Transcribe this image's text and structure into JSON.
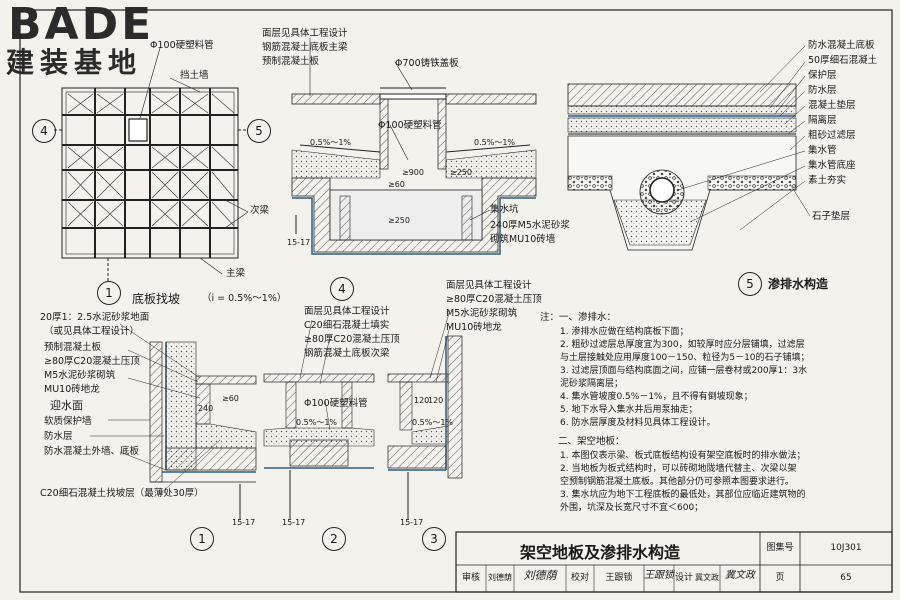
{
  "logo": {
    "en": "BADE",
    "cn": "建装基地"
  },
  "plan": {
    "pipe_label": "Φ100硬塑料管",
    "wall_label": "挡土墙",
    "secondary_beam": "次梁",
    "main_beam": "主梁",
    "caption": "底板找坡",
    "slope": "（i = 0.5%～1%）",
    "axis_left": "4",
    "axis_right": "5",
    "axis_bottom": "1"
  },
  "d4": {
    "labels": [
      "面层见具体工程设计",
      "钢筋混凝土底板主梁",
      "预制混凝土板"
    ],
    "cover": "Φ700铸铁盖板",
    "pipe": "Φ100硬塑料管",
    "slope_left": "0.5%～1%",
    "slope_right": "0.5%～1%",
    "dim1": "≥900",
    "dim2": "≥250",
    "dim3": "≥60",
    "dim4": "≥250",
    "pit": "集水坑",
    "wall1": "240厚M5水泥砂浆",
    "wall2": "砌筑MU10砖墙",
    "ref": "15-17",
    "num": "4"
  },
  "d5": {
    "layers": [
      "防水混凝土底板",
      "50厚细石混凝土",
      "保护层",
      "防水层",
      "混凝土垫层",
      "隔离层",
      "粗砂过滤层",
      "集水管",
      "集水管底座",
      "素土夯实"
    ],
    "gravel": "石子垫层",
    "num": "5",
    "caption": "渗排水构造"
  },
  "d1": {
    "labels": [
      "20厚1：2.5水泥砂浆地面",
      "（或见具体工程设计）",
      "预制混凝土板",
      "≥80厚C20混凝土压顶",
      "M5水泥砂浆砌筑",
      "MU10砖地龙",
      "迎水面",
      "软质保护墙",
      "防水层",
      "防水混凝土外墙、底板"
    ],
    "bottom": "C20细石混凝土找坡层（最薄处30厚）",
    "dim": "240",
    "dim2": "≥60",
    "num": "1",
    "ref": "15-17"
  },
  "d2": {
    "labels": [
      "面层见具体工程设计",
      "C20细石混凝土填实",
      "≥80厚C20混凝土压顶",
      "钢筋混凝土底板次梁"
    ],
    "pipe": "Φ100硬塑料管",
    "slope": "0.5%～1%",
    "num": "2",
    "ref": "15-17"
  },
  "d3": {
    "labels": [
      "面层见具体工程设计",
      "≥80厚C20混凝土压顶",
      "M5水泥砂浆砌筑",
      "MU10砖地龙"
    ],
    "dim": "120",
    "dim2": "120",
    "slope": "0.5%～1%",
    "num": "3",
    "ref": "15-17"
  },
  "notes": {
    "h1": "注：一、渗排水：",
    "items1": [
      "1. 渗排水应做在结构底板下面；",
      "2. 粗砂过滤层总厚度宜为300，如较厚时应分层铺填，过滤层",
      "   与土层接触处应用厚度100－150、粒径为5－10的石子铺填；",
      "3. 过滤层顶面与结构底面之间，应铺一层卷材或200厚1：3水",
      "   泥砂浆隔离层；",
      "4. 集水管坡度0.5%－1%，且不得有倒坡现象；",
      "5. 地下水导入集水井后用泵抽走；",
      "6. 防水层厚度及材料见具体工程设计。"
    ],
    "h2": "二、架空地板：",
    "items2": [
      "1. 本图仅表示梁、板式底板结构设有架空底板时的排水做法；",
      "2. 当地板为板式结构时，可以砖砌地陇墙代替主、次梁以架",
      "   空预制钢筋混凝土底板。其他部分仍可参照本图要求进行。",
      "3. 集水坑应为地下工程底板的最低处，其部位应临近建筑物的",
      "   外围，坑深及长宽尺寸不宜＜600；"
    ]
  },
  "title_block": {
    "title": "架空地板及渗排水构造",
    "atlas_label": "图集号",
    "atlas_no": "10J301",
    "review_label": "审核",
    "reviewer": "刘德荫",
    "check_label": "校对",
    "checker": "王跟锁",
    "design_label": "设计",
    "designer": "冀文政",
    "page_label": "页",
    "page_no": "65"
  }
}
